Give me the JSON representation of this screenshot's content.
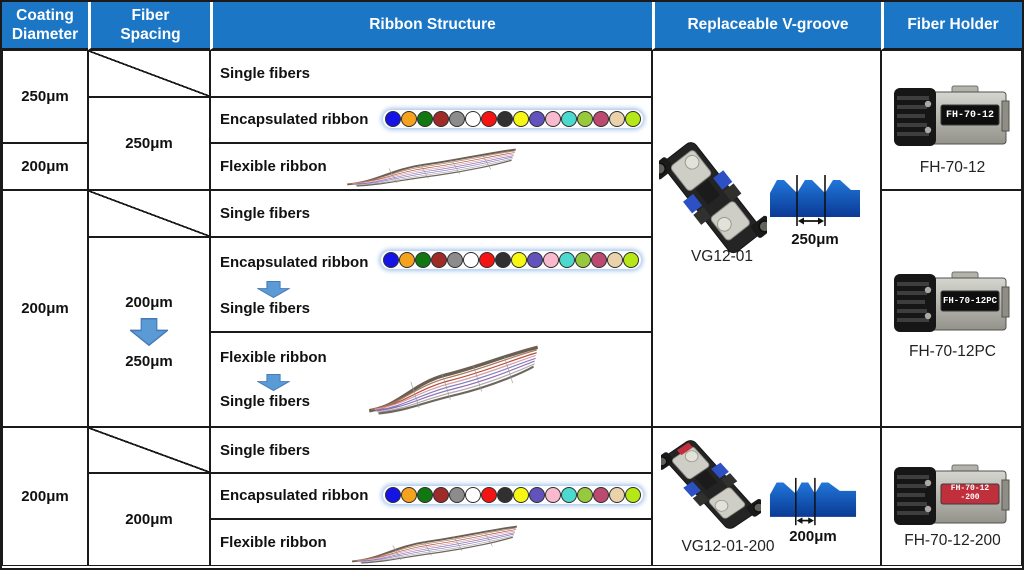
{
  "header": {
    "coating": "Coating\nDiameter",
    "spacing": "Fiber\nSpacing",
    "ribbon": "Ribbon Structure",
    "vgroove": "Replaceable V-groove",
    "holder": "Fiber Holder"
  },
  "sections": {
    "s1": {
      "coating_rows12": "250μm",
      "coating_row3": "200μm",
      "spacing": "250μm",
      "row_single": "Single fibers",
      "row_encapsulated": "Encapsulated ribbon",
      "row_flexible": "Flexible ribbon",
      "vg_model": "VG12-01",
      "vg_pitch": "250μm",
      "holder_model": "FH-70-12",
      "holder_device_label": "FH-70-12"
    },
    "s2": {
      "coating": "200μm",
      "spacing_from": "200μm",
      "spacing_to": "250μm",
      "row_single": "Single fibers",
      "row_encapsulated": "Encapsulated ribbon",
      "row_encapsulated_result": "Single fibers",
      "row_flexible": "Flexible ribbon",
      "row_flexible_result": "Single fibers",
      "holder_model": "FH-70-12PC",
      "holder_device_label": "FH-70-12PC"
    },
    "s3": {
      "coating": "200μm",
      "spacing": "200μm",
      "row_single": "Single fibers",
      "row_encapsulated": "Encapsulated ribbon",
      "row_flexible": "Flexible ribbon",
      "vg_model": "VG12-01-200",
      "vg_pitch": "200μm",
      "holder_model": "FH-70-12-200",
      "holder_device_label_line1": "FH-70-12",
      "holder_device_label_line2": "-200"
    }
  },
  "ribbon_colors": [
    "#1414e6",
    "#f5a21e",
    "#117811",
    "#9e2b28",
    "#8c8c8c",
    "#ffffff",
    "#f51414",
    "#303030",
    "#f7f714",
    "#6252bc",
    "#f9bacd",
    "#4cd9ce",
    "#97c93e",
    "#ba4a70",
    "#ead3aa",
    "#b6e817"
  ],
  "palette": {
    "header_bg": "#1b76c6",
    "header_text": "#ffffff",
    "grid_line": "#1a1a1a",
    "arrow_fill": "#5b9bd5",
    "arrow_stroke": "#4579b8",
    "vgroove_blue_top": "#2176d9",
    "vgroove_blue_bottom": "#0a3a94",
    "holder_label_red": "#c0303c"
  }
}
